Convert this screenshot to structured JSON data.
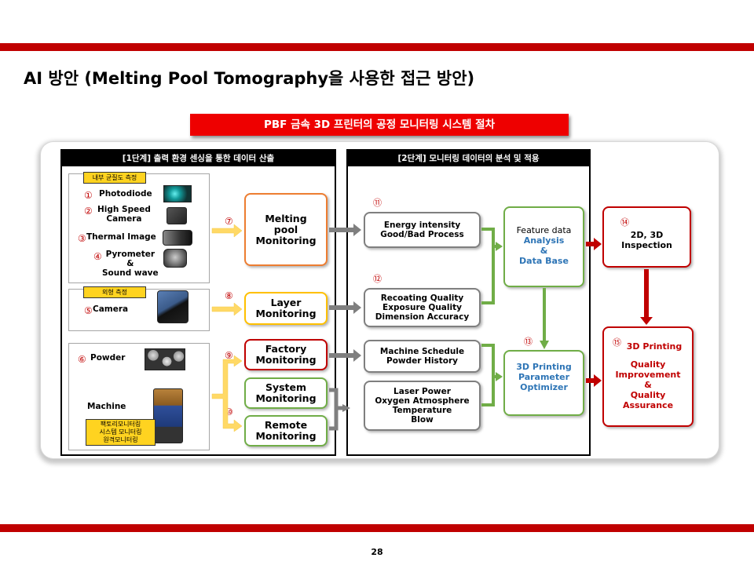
{
  "slide": {
    "title": "AI 방안 (Melting Pool Tomography을 사용한 접근 방안)",
    "banner": "PBF 금속 3D 프린터의 공정 모니터링 시스템 절차",
    "page_number": "28",
    "accent_color": "#c00000"
  },
  "stage1": {
    "header": "[1단계] 출력 환경 센싱을 통한 데이터 산출",
    "group_internal": {
      "tag": "내부 균질도 측정",
      "sensors": [
        {
          "num": "①",
          "label": "Photodiode",
          "icon": "photodiode-photo"
        },
        {
          "num": "②",
          "label": "High Speed\nCamera",
          "icon": "high-speed-camera-photo"
        },
        {
          "num": "③",
          "label": "Thermal Image",
          "icon": "thermal-camera-photo"
        },
        {
          "num": "④",
          "label": "Pyrometer\n&\nSound wave",
          "icon": "pyrometer-photo"
        }
      ]
    },
    "group_external": {
      "tag": "외형 측정",
      "sensors": [
        {
          "num": "⑤",
          "label": "Camera",
          "icon": "camera-photo"
        }
      ]
    },
    "group_machine": {
      "powder": {
        "num": "⑥",
        "label": "Powder",
        "icon": "powder-photo"
      },
      "machine": {
        "label": "Machine",
        "icon": "machine-photo"
      },
      "tag": "팩토리모니터링\n시스템 모니터링\n원격모니터링"
    },
    "monitors": [
      {
        "num": "⑦",
        "label": "Melting\npool\nMonitoring",
        "color": "#ed7d31"
      },
      {
        "num": "⑧",
        "label": "Layer\nMonitoring",
        "color": "#ffc000"
      },
      {
        "num": "⑨",
        "label": "Factory\nMonitoring",
        "color": "#c00000"
      },
      {
        "num": "",
        "label": "System\nMonitoring",
        "color": "#70ad47"
      },
      {
        "num": "⑩",
        "label": "Remote\nMonitoring",
        "color": "#70ad47"
      }
    ]
  },
  "stage2": {
    "header": "[2단계] 모니터링 데이터의 분석 및 적용",
    "processes": [
      {
        "num": "⑪",
        "label": "Energy intensity\nGood/Bad Process"
      },
      {
        "num": "⑫",
        "label": "Recoating Quality\nExposure Quality\nDimension Accuracy"
      },
      {
        "num": "",
        "label": "Machine Schedule\nPowder History"
      },
      {
        "num": "",
        "label": "Laser Power\nOxygen Atmosphere\nTemperature\nBlow"
      }
    ],
    "feature": {
      "title": "Feature data",
      "lines": [
        "Analysis",
        "&",
        "Data Base"
      ]
    },
    "optimizer": {
      "num": "⑬",
      "lines": [
        "3D Printing",
        "",
        "Parameter",
        "Optimizer"
      ]
    },
    "inspection": {
      "num": "⑭",
      "lines": [
        "2D, 3D",
        "Inspection"
      ]
    },
    "quality": {
      "num": "⑮",
      "title": "3D Printing",
      "lines": [
        "Quality",
        "Improvement",
        "&",
        "Quality",
        "Assurance"
      ]
    }
  },
  "colors": {
    "arrow_gray": "#7f7f7f",
    "arrow_green": "#70ad47",
    "arrow_yellow": "#ffd966",
    "arrow_red": "#c00000",
    "tag_yellow": "#ffd320",
    "blue_text": "#2e75b6",
    "red_text": "#c00000"
  }
}
